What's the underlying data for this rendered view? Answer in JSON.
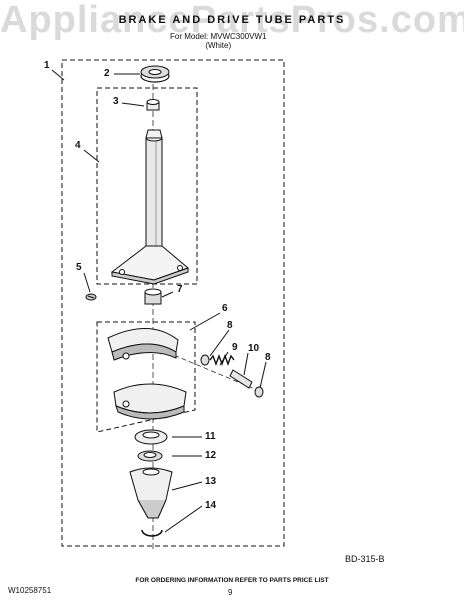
{
  "watermark": "AppliancePartsPros.com",
  "header": {
    "title": "BRAKE AND DRIVE TUBE PARTS",
    "model_line": "For Model: MVWC300VW1",
    "color_line": "(White)"
  },
  "callouts": [
    "1",
    "2",
    "3",
    "4",
    "5",
    "7",
    "6",
    "8",
    "9",
    "10",
    "8",
    "11",
    "12",
    "13",
    "14"
  ],
  "ref_code": "BD-315-B",
  "footer": {
    "ordering_note": "FOR ORDERING INFORMATION REFER TO PARTS PRICE LIST",
    "doc_number": "W10258751",
    "page_number": "9"
  },
  "colors": {
    "line": "#111111",
    "watermark": "#969696"
  }
}
